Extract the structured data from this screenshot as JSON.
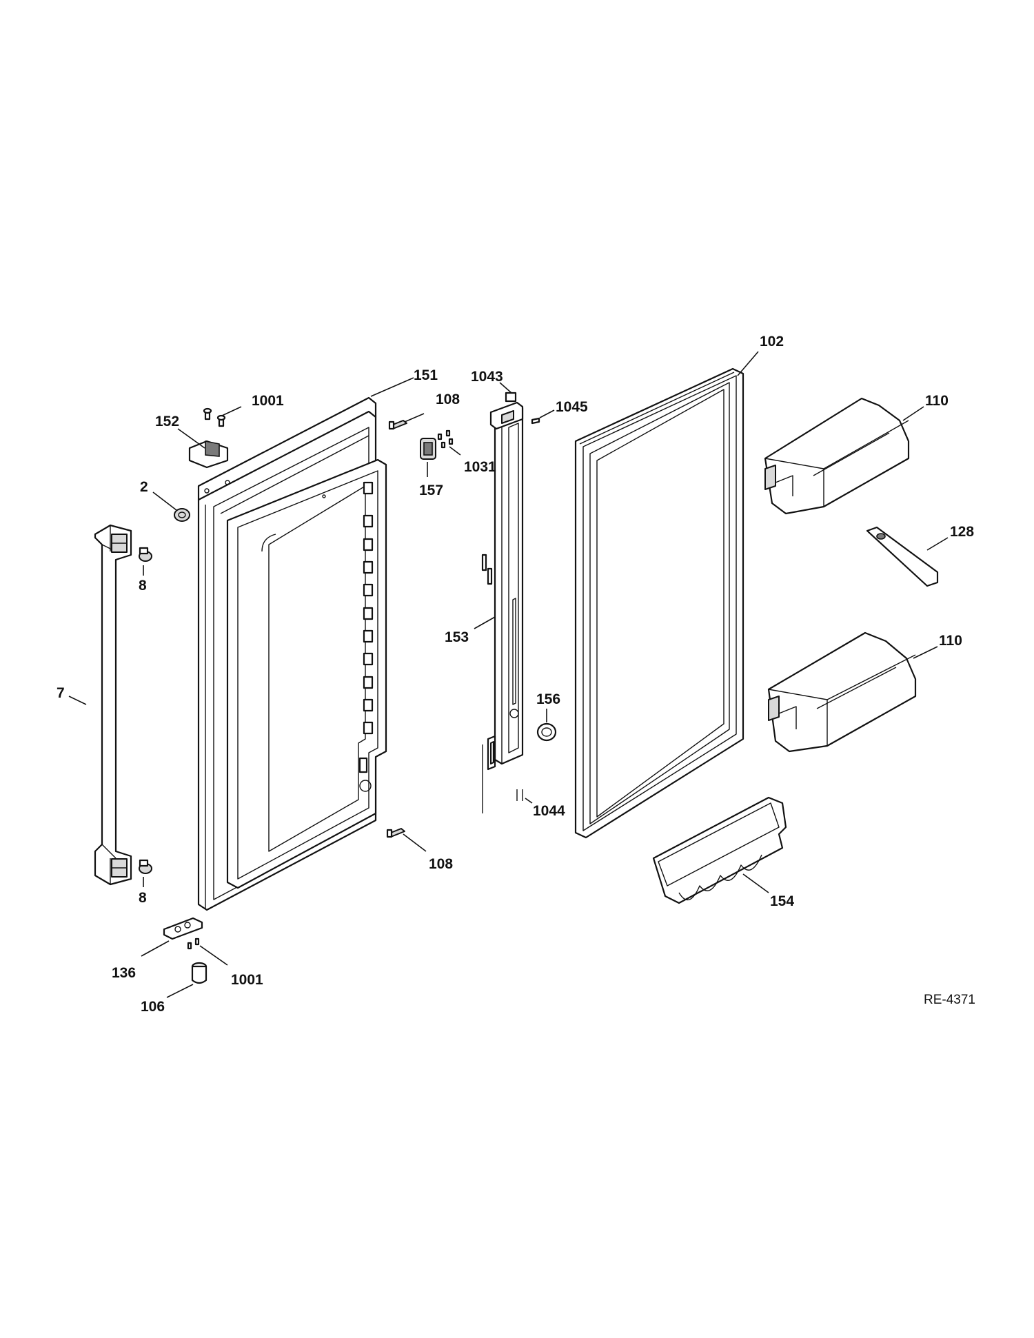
{
  "diagram_ref": "RE-4371",
  "callouts": [
    {
      "id": "c102",
      "label": "102"
    },
    {
      "id": "c151",
      "label": "151"
    },
    {
      "id": "c1043",
      "label": "1043"
    },
    {
      "id": "c1045",
      "label": "1045"
    },
    {
      "id": "c1001a",
      "label": "1001"
    },
    {
      "id": "c108a",
      "label": "108"
    },
    {
      "id": "c152",
      "label": "152"
    },
    {
      "id": "c1031",
      "label": "1031"
    },
    {
      "id": "c157",
      "label": "157"
    },
    {
      "id": "c110a",
      "label": "110"
    },
    {
      "id": "c2",
      "label": "2"
    },
    {
      "id": "c8a",
      "label": "8"
    },
    {
      "id": "c128",
      "label": "128"
    },
    {
      "id": "c153",
      "label": "153"
    },
    {
      "id": "c110b",
      "label": "110"
    },
    {
      "id": "c156",
      "label": "156"
    },
    {
      "id": "c7",
      "label": "7"
    },
    {
      "id": "c1044",
      "label": "1044"
    },
    {
      "id": "c108b",
      "label": "108"
    },
    {
      "id": "c8b",
      "label": "8"
    },
    {
      "id": "c154",
      "label": "154"
    },
    {
      "id": "c136",
      "label": "136"
    },
    {
      "id": "c1001b",
      "label": "1001"
    },
    {
      "id": "c106",
      "label": "106"
    }
  ]
}
